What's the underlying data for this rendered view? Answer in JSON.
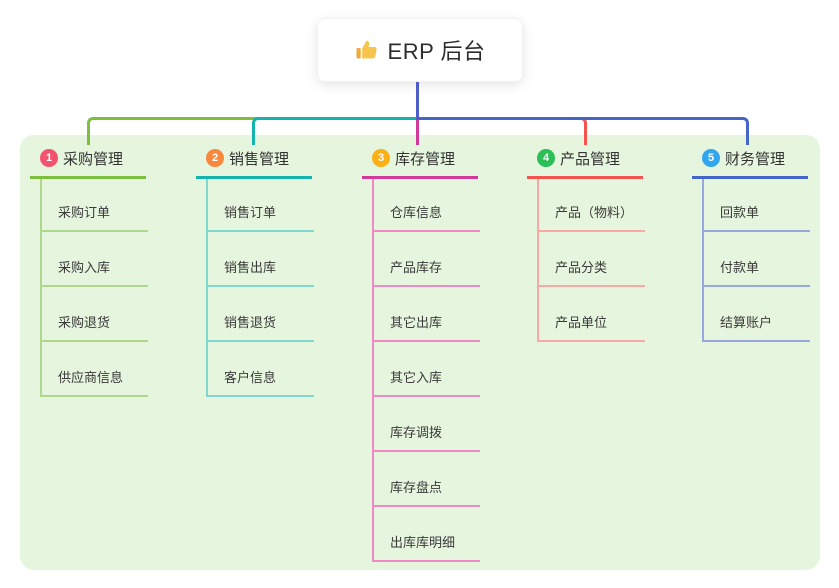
{
  "root": {
    "icon": "thumbs-up",
    "label": "ERP 后台"
  },
  "branches": [
    {
      "number": "1",
      "title": "采购管理",
      "colors": {
        "badge": "#F4536E",
        "line": "#7FBF3F",
        "child_line": "#AFD88C"
      },
      "children": [
        "采购订单",
        "采购入库",
        "采购退货",
        "供应商信息"
      ]
    },
    {
      "number": "2",
      "title": "销售管理",
      "colors": {
        "badge": "#F8883B",
        "line": "#14B3AC",
        "child_line": "#7ED8D0"
      },
      "children": [
        "销售订单",
        "销售出库",
        "销售退货",
        "客户信息"
      ]
    },
    {
      "number": "3",
      "title": "库存管理",
      "colors": {
        "badge": "#FBB016",
        "line": "#D03A9A",
        "child_line": "#EF8AC4"
      },
      "children": [
        "仓库信息",
        "产品库存",
        "其它出库",
        "其它入库",
        "库存调拨",
        "库存盘点",
        "出库库明细"
      ]
    },
    {
      "number": "4",
      "title": "产品管理",
      "colors": {
        "badge": "#2BBF55",
        "line": "#F4534E",
        "child_line": "#F9A8A5"
      },
      "children": [
        "产品（物料）",
        "产品分类",
        "产品单位"
      ]
    },
    {
      "number": "5",
      "title": "财务管理",
      "colors": {
        "badge": "#31A6EE",
        "line": "#4366C8",
        "child_line": "#96A8DE"
      },
      "children": [
        "回款单",
        "付款单",
        "结算账户"
      ]
    }
  ],
  "colors": {
    "page_bg": "#FFFFFF",
    "panel_bg": "#E6F5DE",
    "stem": "#4D5EC6",
    "root_text": "#2D2D2D",
    "title_text": "#333333",
    "child_text": "#3A3A3A",
    "thumb_main": "#F7C54D",
    "thumb_sleeve": "#F2A93B"
  }
}
